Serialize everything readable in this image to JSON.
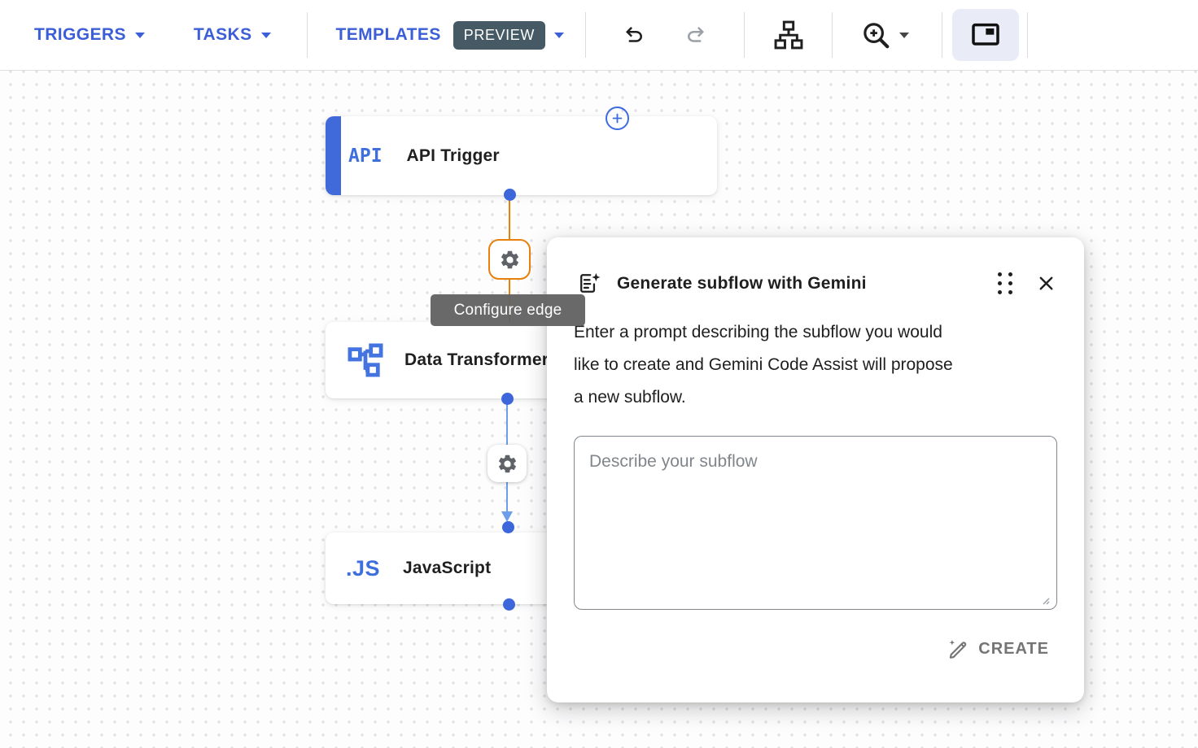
{
  "toolbar": {
    "triggers_label": "TRIGGERS",
    "tasks_label": "TASKS",
    "templates_label": "TEMPLATES",
    "preview_badge": "PREVIEW",
    "icons": {
      "undo": "undo-icon",
      "redo": "redo-icon",
      "auto_layout": "auto-layout-icon",
      "zoom_in": "zoom-in-icon",
      "minimap_toggle": "minimap-toggle-icon"
    }
  },
  "canvas": {
    "edge_tooltip": "Configure edge",
    "nodes": [
      {
        "title": "API Trigger",
        "logo_text": "API",
        "icon": "api-trigger-icon"
      },
      {
        "title": "Data Transformer",
        "icon": "data-transformer-icon"
      },
      {
        "title": "JavaScript",
        "logo_text": ".JS",
        "icon": "javascript-icon"
      }
    ]
  },
  "dialog": {
    "icon": "document-sparkle-icon",
    "title": "Generate subflow with Gemini",
    "description_lines": [
      "Enter a prompt describing the subflow you would",
      "like to create and Gemini Code Assist will propose",
      "a new subflow."
    ],
    "prompt_placeholder": "Describe your subflow",
    "create_label": "CREATE"
  },
  "colors": {
    "primary_blue": "#3c5ed6",
    "node_blue": "#3f6add",
    "edge_orange": "#e8810c",
    "edge_blue": "#6d9eea",
    "preview_badge_bg": "#455a64",
    "tooltip_bg": "#5f6368",
    "toolbar_active_bg": "#e9ebf7",
    "disabled_gray": "#757575"
  }
}
